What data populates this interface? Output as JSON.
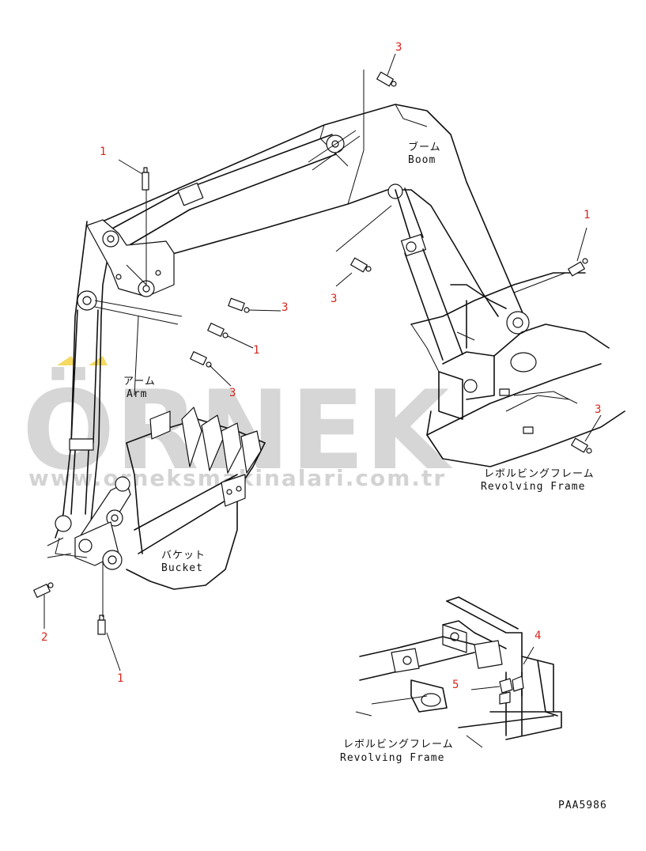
{
  "labels": {
    "boom_jp": "ブーム",
    "boom_en": "Boom",
    "arm_jp": "アーム",
    "arm_en": "Arm",
    "bucket_jp": "バケット",
    "bucket_en": "Bucket",
    "revolving_jp": "レボルビングフレーム",
    "revolving_en": "Revolving Frame",
    "revolving2_jp": "レボルビングフレーム",
    "revolving2_en": "Revolving Frame"
  },
  "callouts": {
    "c1_top_left": "1",
    "c3_top": "3",
    "c1_right": "1",
    "c3_mid_boom": "3",
    "c3_arm_a": "3",
    "c1_arm": "1",
    "c3_arm_b": "3",
    "c3_frame": "3",
    "c2_bucket": "2",
    "c1_bucket": "1",
    "c4_inset": "4",
    "c5_inset": "5"
  },
  "drawing_code": "PAA5986",
  "watermark": {
    "brand": "ÖRNEK",
    "url": "www.orneksmakinalari.com.tr"
  },
  "colors": {
    "callout": "#d8261e",
    "line": "#111111",
    "watermark": "#c9c9c9",
    "watermark_accent": "#f2cf3a"
  }
}
